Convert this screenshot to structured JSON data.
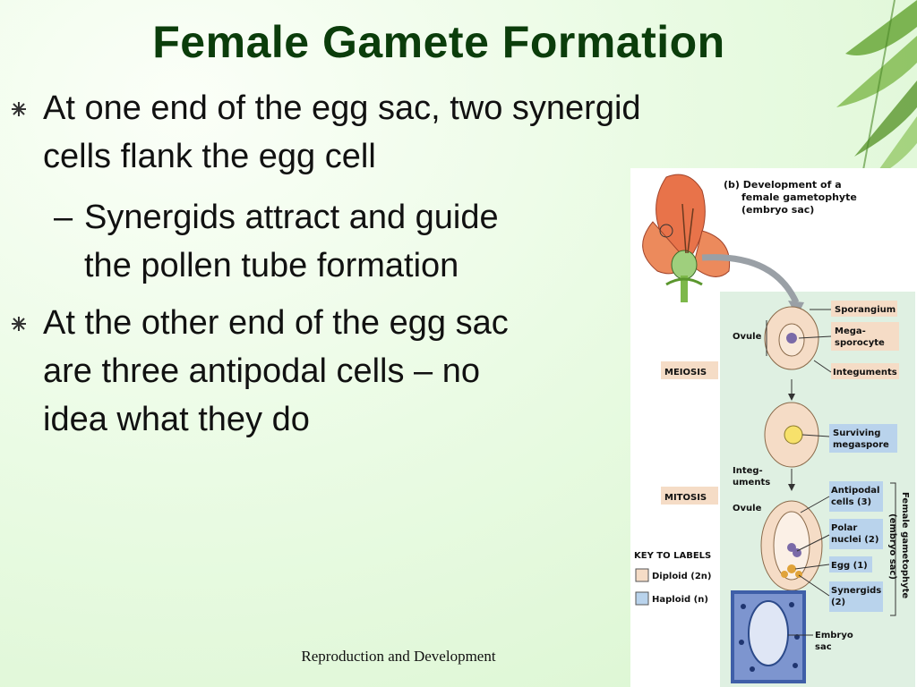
{
  "title": "Female Gamete Formation",
  "bullets": [
    "At one end of the egg sac, two synergid\ncells flank the egg cell",
    "At the other end of the egg sac\nare three antipodal cells – no\nidea what they do"
  ],
  "sub_bullet": {
    "dash": "–",
    "text": "Synergids attract and guide\nthe pollen tube formation"
  },
  "footer": "Reproduction and Development",
  "figure": {
    "heading": [
      "(b) Development of a",
      "female gametophyte",
      "(embryo sac)"
    ],
    "labels": {
      "sporangium": "Sporangium",
      "megasporocyte": [
        "Mega-",
        "sporocyte"
      ],
      "ovule_top": "Ovule",
      "integuments": "Integuments",
      "meiosis": "MEIOSIS",
      "surviving_megaspore": [
        "Surviving",
        "megaspore"
      ],
      "integuments_short": [
        "Integ-",
        "uments"
      ],
      "mitosis": "MITOSIS",
      "ovule_bottom": "Ovule",
      "antipodal": [
        "Antipodal",
        "cells (3)"
      ],
      "polar": [
        "Polar",
        "nuclei (2)"
      ],
      "egg": "Egg (1)",
      "synergids": [
        "Synergids",
        "(2)"
      ],
      "embryo_sac": [
        "Embryo",
        "sac"
      ],
      "side_label": [
        "Female gametophyte",
        "(embryo sac)"
      ]
    },
    "key": {
      "title": "KEY TO LABELS",
      "diploid": "Diploid (2n)",
      "haploid": "Haploid (n)"
    },
    "colors": {
      "diploid": "#f5dcc6",
      "haploid": "#b9d3ec",
      "panel": "#dff0e2",
      "flower": "#e8734a"
    }
  }
}
